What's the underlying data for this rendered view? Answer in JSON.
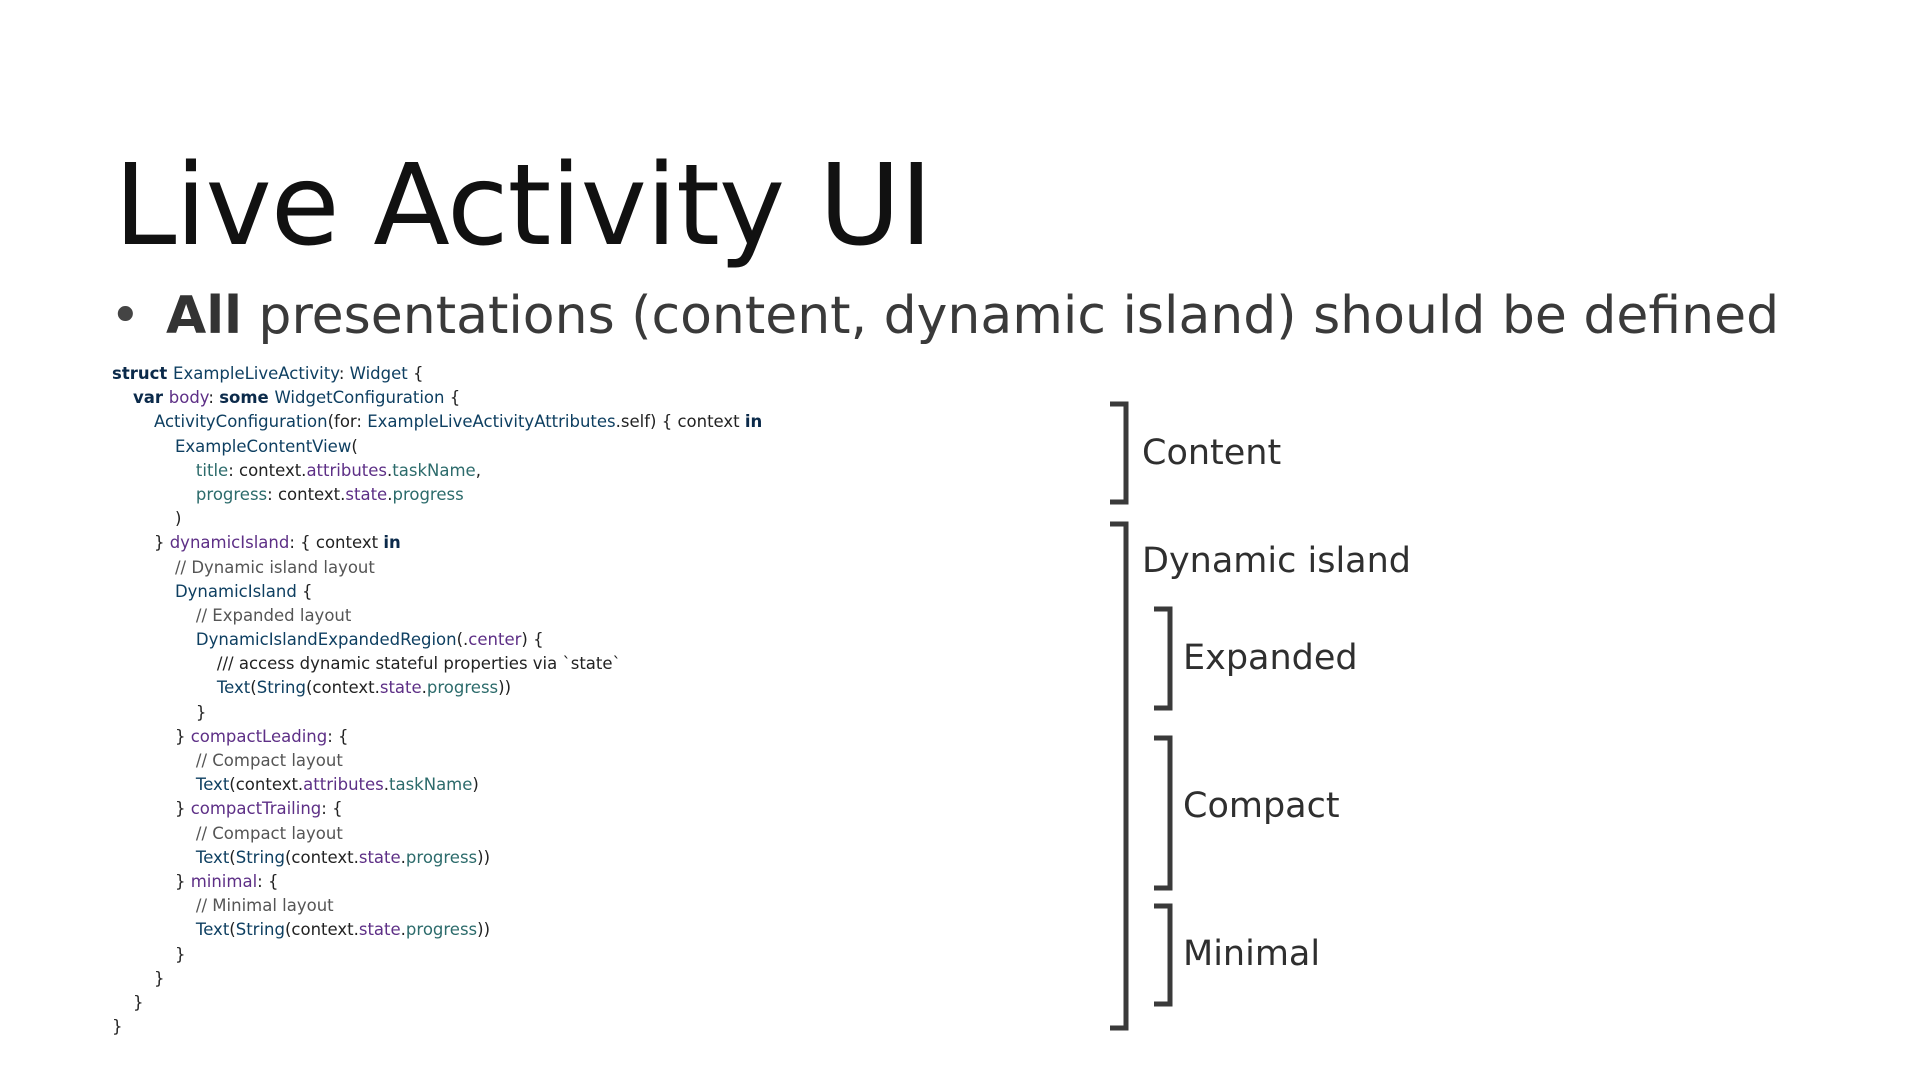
{
  "slide": {
    "title": "Live Activity UI",
    "bullet": {
      "marker": "•",
      "bold": "All",
      "rest": " presentations (content, dynamic island) should be defined"
    }
  },
  "code_lines": [
    [
      {
        "t": "struct ",
        "c": "kw"
      },
      {
        "t": "ExampleLiveActivity",
        "c": "ty"
      },
      {
        "t": ": ",
        "c": "ex"
      },
      {
        "t": "Widget",
        "c": "ty"
      },
      {
        "t": " {",
        "c": "ex"
      }
    ],
    [
      {
        "t": "    ",
        "c": "ex"
      },
      {
        "t": "var ",
        "c": "kw"
      },
      {
        "t": "body",
        "c": "pr"
      },
      {
        "t": ": ",
        "c": "ex"
      },
      {
        "t": "some ",
        "c": "kw"
      },
      {
        "t": "WidgetConfiguration",
        "c": "ty"
      },
      {
        "t": " {",
        "c": "ex"
      }
    ],
    [
      {
        "t": "        ",
        "c": "ex"
      },
      {
        "t": "ActivityConfiguration",
        "c": "ty"
      },
      {
        "t": "(for: ",
        "c": "ex"
      },
      {
        "t": "ExampleLiveActivityAttributes",
        "c": "ty"
      },
      {
        "t": ".self) { context ",
        "c": "ex"
      },
      {
        "t": "in",
        "c": "kw"
      }
    ],
    [
      {
        "t": "            ",
        "c": "ex"
      },
      {
        "t": "ExampleContentView",
        "c": "ty"
      },
      {
        "t": "(",
        "c": "ex"
      }
    ],
    [
      {
        "t": "                ",
        "c": "ex"
      },
      {
        "t": "title",
        "c": "pv"
      },
      {
        "t": ": context.",
        "c": "ex"
      },
      {
        "t": "attributes",
        "c": "pr"
      },
      {
        "t": ".",
        "c": "ex"
      },
      {
        "t": "taskName",
        "c": "pv"
      },
      {
        "t": ",",
        "c": "ex"
      }
    ],
    [
      {
        "t": "                ",
        "c": "ex"
      },
      {
        "t": "progress",
        "c": "pv"
      },
      {
        "t": ": context.",
        "c": "ex"
      },
      {
        "t": "state",
        "c": "pr"
      },
      {
        "t": ".",
        "c": "ex"
      },
      {
        "t": "progress",
        "c": "pv"
      }
    ],
    [
      {
        "t": "            )",
        "c": "ex"
      }
    ],
    [
      {
        "t": "        } ",
        "c": "ex"
      },
      {
        "t": "dynamicIsland",
        "c": "pr"
      },
      {
        "t": ": { context ",
        "c": "ex"
      },
      {
        "t": "in",
        "c": "kw"
      }
    ],
    [
      {
        "t": "            ",
        "c": "ex"
      },
      {
        "t": "// Dynamic island layout",
        "c": "cm"
      }
    ],
    [
      {
        "t": "            ",
        "c": "ex"
      },
      {
        "t": "DynamicIsland",
        "c": "ty"
      },
      {
        "t": " {",
        "c": "ex"
      }
    ],
    [
      {
        "t": "                ",
        "c": "ex"
      },
      {
        "t": "// Expanded layout",
        "c": "cm"
      }
    ],
    [
      {
        "t": "                ",
        "c": "ex"
      },
      {
        "t": "DynamicIslandExpandedRegion",
        "c": "ty"
      },
      {
        "t": "(.",
        "c": "ex"
      },
      {
        "t": "center",
        "c": "pr"
      },
      {
        "t": ") {",
        "c": "ex"
      }
    ],
    [
      {
        "t": "                    ",
        "c": "ex"
      },
      {
        "t": "/// access dynamic stateful properties via `state`",
        "c": "ex"
      }
    ],
    [
      {
        "t": "                    ",
        "c": "ex"
      },
      {
        "t": "Text",
        "c": "ty"
      },
      {
        "t": "(",
        "c": "ex"
      },
      {
        "t": "String",
        "c": "ty"
      },
      {
        "t": "(context.",
        "c": "ex"
      },
      {
        "t": "state",
        "c": "pr"
      },
      {
        "t": ".",
        "c": "ex"
      },
      {
        "t": "progress",
        "c": "pv"
      },
      {
        "t": "))",
        "c": "ex"
      }
    ],
    [
      {
        "t": "                }",
        "c": "ex"
      }
    ],
    [
      {
        "t": "            } ",
        "c": "ex"
      },
      {
        "t": "compactLeading",
        "c": "pr"
      },
      {
        "t": ": {",
        "c": "ex"
      }
    ],
    [
      {
        "t": "                ",
        "c": "ex"
      },
      {
        "t": "// Compact layout",
        "c": "cm"
      }
    ],
    [
      {
        "t": "                ",
        "c": "ex"
      },
      {
        "t": "Text",
        "c": "ty"
      },
      {
        "t": "(context.",
        "c": "ex"
      },
      {
        "t": "attributes",
        "c": "pr"
      },
      {
        "t": ".",
        "c": "ex"
      },
      {
        "t": "taskName",
        "c": "pv"
      },
      {
        "t": ")",
        "c": "ex"
      }
    ],
    [
      {
        "t": "            } ",
        "c": "ex"
      },
      {
        "t": "compactTrailing",
        "c": "pr"
      },
      {
        "t": ": {",
        "c": "ex"
      }
    ],
    [
      {
        "t": "                ",
        "c": "ex"
      },
      {
        "t": "// Compact layout",
        "c": "cm"
      }
    ],
    [
      {
        "t": "                ",
        "c": "ex"
      },
      {
        "t": "Text",
        "c": "ty"
      },
      {
        "t": "(",
        "c": "ex"
      },
      {
        "t": "String",
        "c": "ty"
      },
      {
        "t": "(context.",
        "c": "ex"
      },
      {
        "t": "state",
        "c": "pr"
      },
      {
        "t": ".",
        "c": "ex"
      },
      {
        "t": "progress",
        "c": "pv"
      },
      {
        "t": "))",
        "c": "ex"
      }
    ],
    [
      {
        "t": "            } ",
        "c": "ex"
      },
      {
        "t": "minimal",
        "c": "pr"
      },
      {
        "t": ": {",
        "c": "ex"
      }
    ],
    [
      {
        "t": "                ",
        "c": "ex"
      },
      {
        "t": "// Minimal layout",
        "c": "cm"
      }
    ],
    [
      {
        "t": "                ",
        "c": "ex"
      },
      {
        "t": "Text",
        "c": "ty"
      },
      {
        "t": "(",
        "c": "ex"
      },
      {
        "t": "String",
        "c": "ty"
      },
      {
        "t": "(context.",
        "c": "ex"
      },
      {
        "t": "state",
        "c": "pr"
      },
      {
        "t": ".",
        "c": "ex"
      },
      {
        "t": "progress",
        "c": "pv"
      },
      {
        "t": "))",
        "c": "ex"
      }
    ],
    [
      {
        "t": "            }",
        "c": "ex"
      }
    ],
    [
      {
        "t": "        }",
        "c": "ex"
      }
    ],
    [
      {
        "t": "    }",
        "c": "ex"
      }
    ],
    [
      {
        "t": "}",
        "c": "ex"
      }
    ]
  ],
  "annotations": {
    "content": "Content",
    "dynamic_island": "Dynamic island",
    "expanded": "Expanded",
    "compact": "Compact",
    "minimal": "Minimal"
  },
  "colors": {
    "keyword": "#0b2a4a",
    "type": "#0e3f61",
    "property": "#5d2f86",
    "value": "#2c6b6b",
    "comment": "#555555",
    "bracket": "#3a3a3a"
  }
}
